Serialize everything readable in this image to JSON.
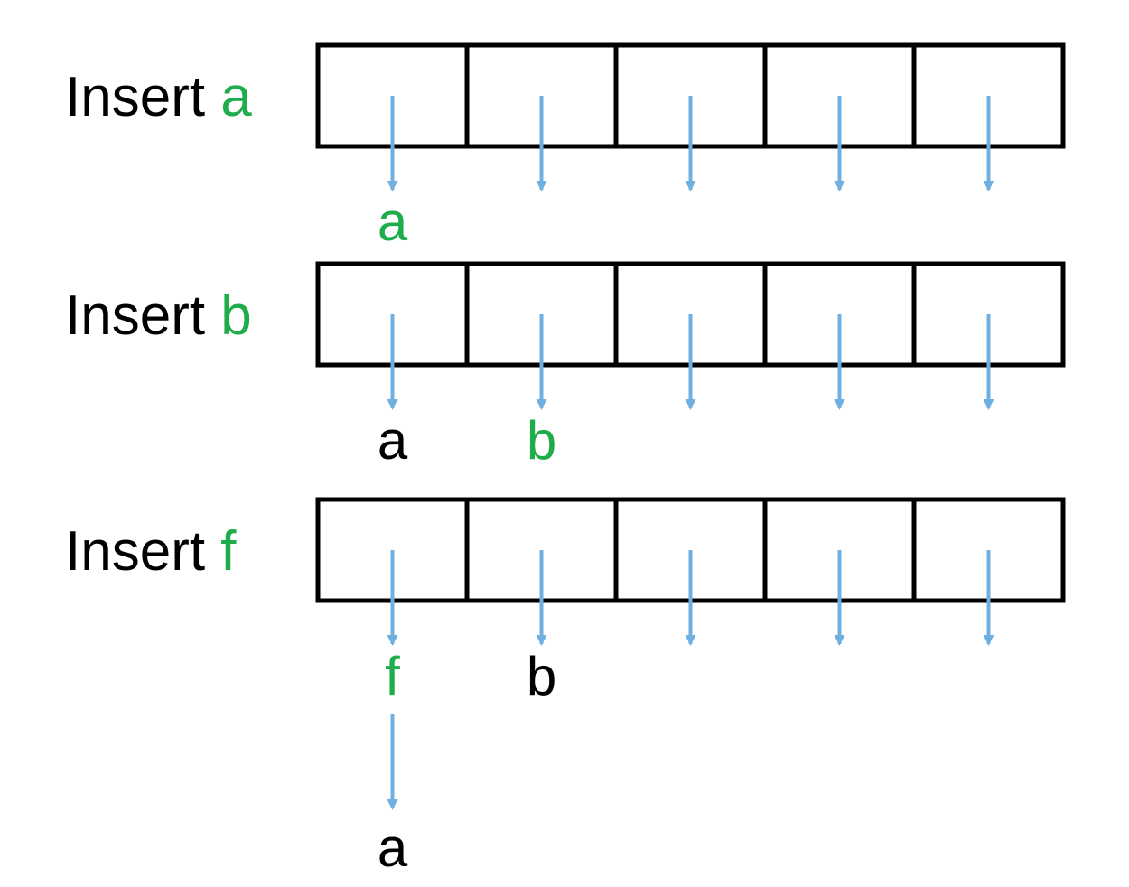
{
  "colors": {
    "new_key": "#1fad4b",
    "old_key": "#000000",
    "pointer": "#6fb0e0",
    "slot_border": "#000000"
  },
  "slot_count": 5,
  "steps": [
    {
      "verb": "Insert",
      "key": "a",
      "chains": [
        [
          "a"
        ],
        [],
        [],
        [],
        []
      ]
    },
    {
      "verb": "Insert",
      "key": "b",
      "chains": [
        [
          "a"
        ],
        [
          "b"
        ],
        [],
        [],
        []
      ]
    },
    {
      "verb": "Insert",
      "key": "f",
      "chains": [
        [
          "f",
          "a"
        ],
        [
          "b"
        ],
        [],
        [],
        []
      ]
    }
  ]
}
